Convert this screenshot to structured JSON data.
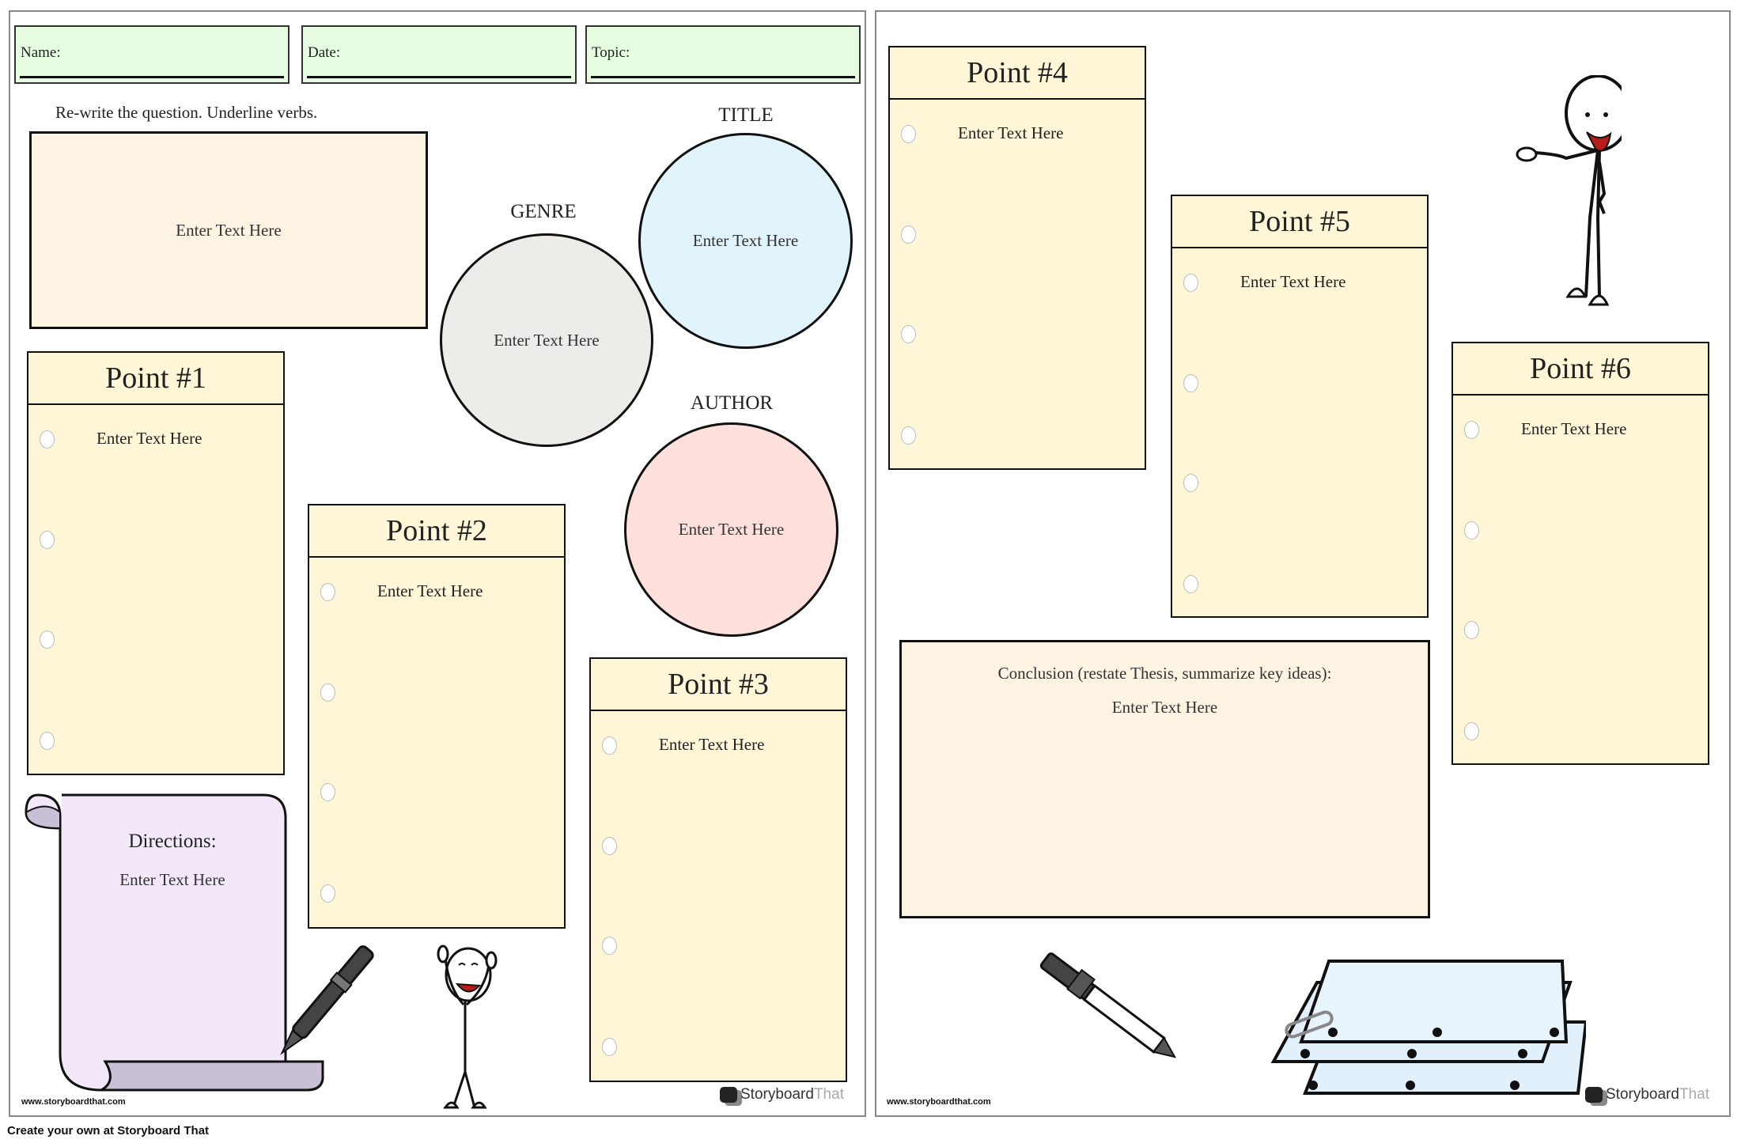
{
  "header_fields": {
    "name": "Name:",
    "date": "Date:",
    "topic": "Topic:"
  },
  "rewrite": {
    "instruction": "Re-write the question. Underline verbs.",
    "placeholder": "Enter Text Here"
  },
  "circles": {
    "genre": {
      "label": "GENRE",
      "placeholder": "Enter Text Here",
      "color": "#edece8"
    },
    "title": {
      "label": "TITLE",
      "placeholder": "Enter Text Here",
      "color": "#e1f4fb"
    },
    "author": {
      "label": "AUTHOR",
      "placeholder": "Enter Text Here",
      "color": "#fde0dc"
    }
  },
  "points": [
    {
      "title": "Point #1",
      "placeholder": "Enter Text Here"
    },
    {
      "title": "Point #2",
      "placeholder": "Enter Text Here"
    },
    {
      "title": "Point #3",
      "placeholder": "Enter Text Here"
    },
    {
      "title": "Point #4",
      "placeholder": "Enter Text Here"
    },
    {
      "title": "Point #5",
      "placeholder": "Enter Text Here"
    },
    {
      "title": "Point #6",
      "placeholder": "Enter Text Here"
    }
  ],
  "directions": {
    "title": "Directions:",
    "placeholder": "Enter Text Here"
  },
  "conclusion": {
    "title": "Conclusion (restate Thesis, summarize key ideas):",
    "placeholder": "Enter Text Here"
  },
  "watermark": "www.storyboardthat.com",
  "logo": {
    "part1": "Storyboard",
    "part2": "That"
  },
  "footer": "Create your own at Storyboard That"
}
